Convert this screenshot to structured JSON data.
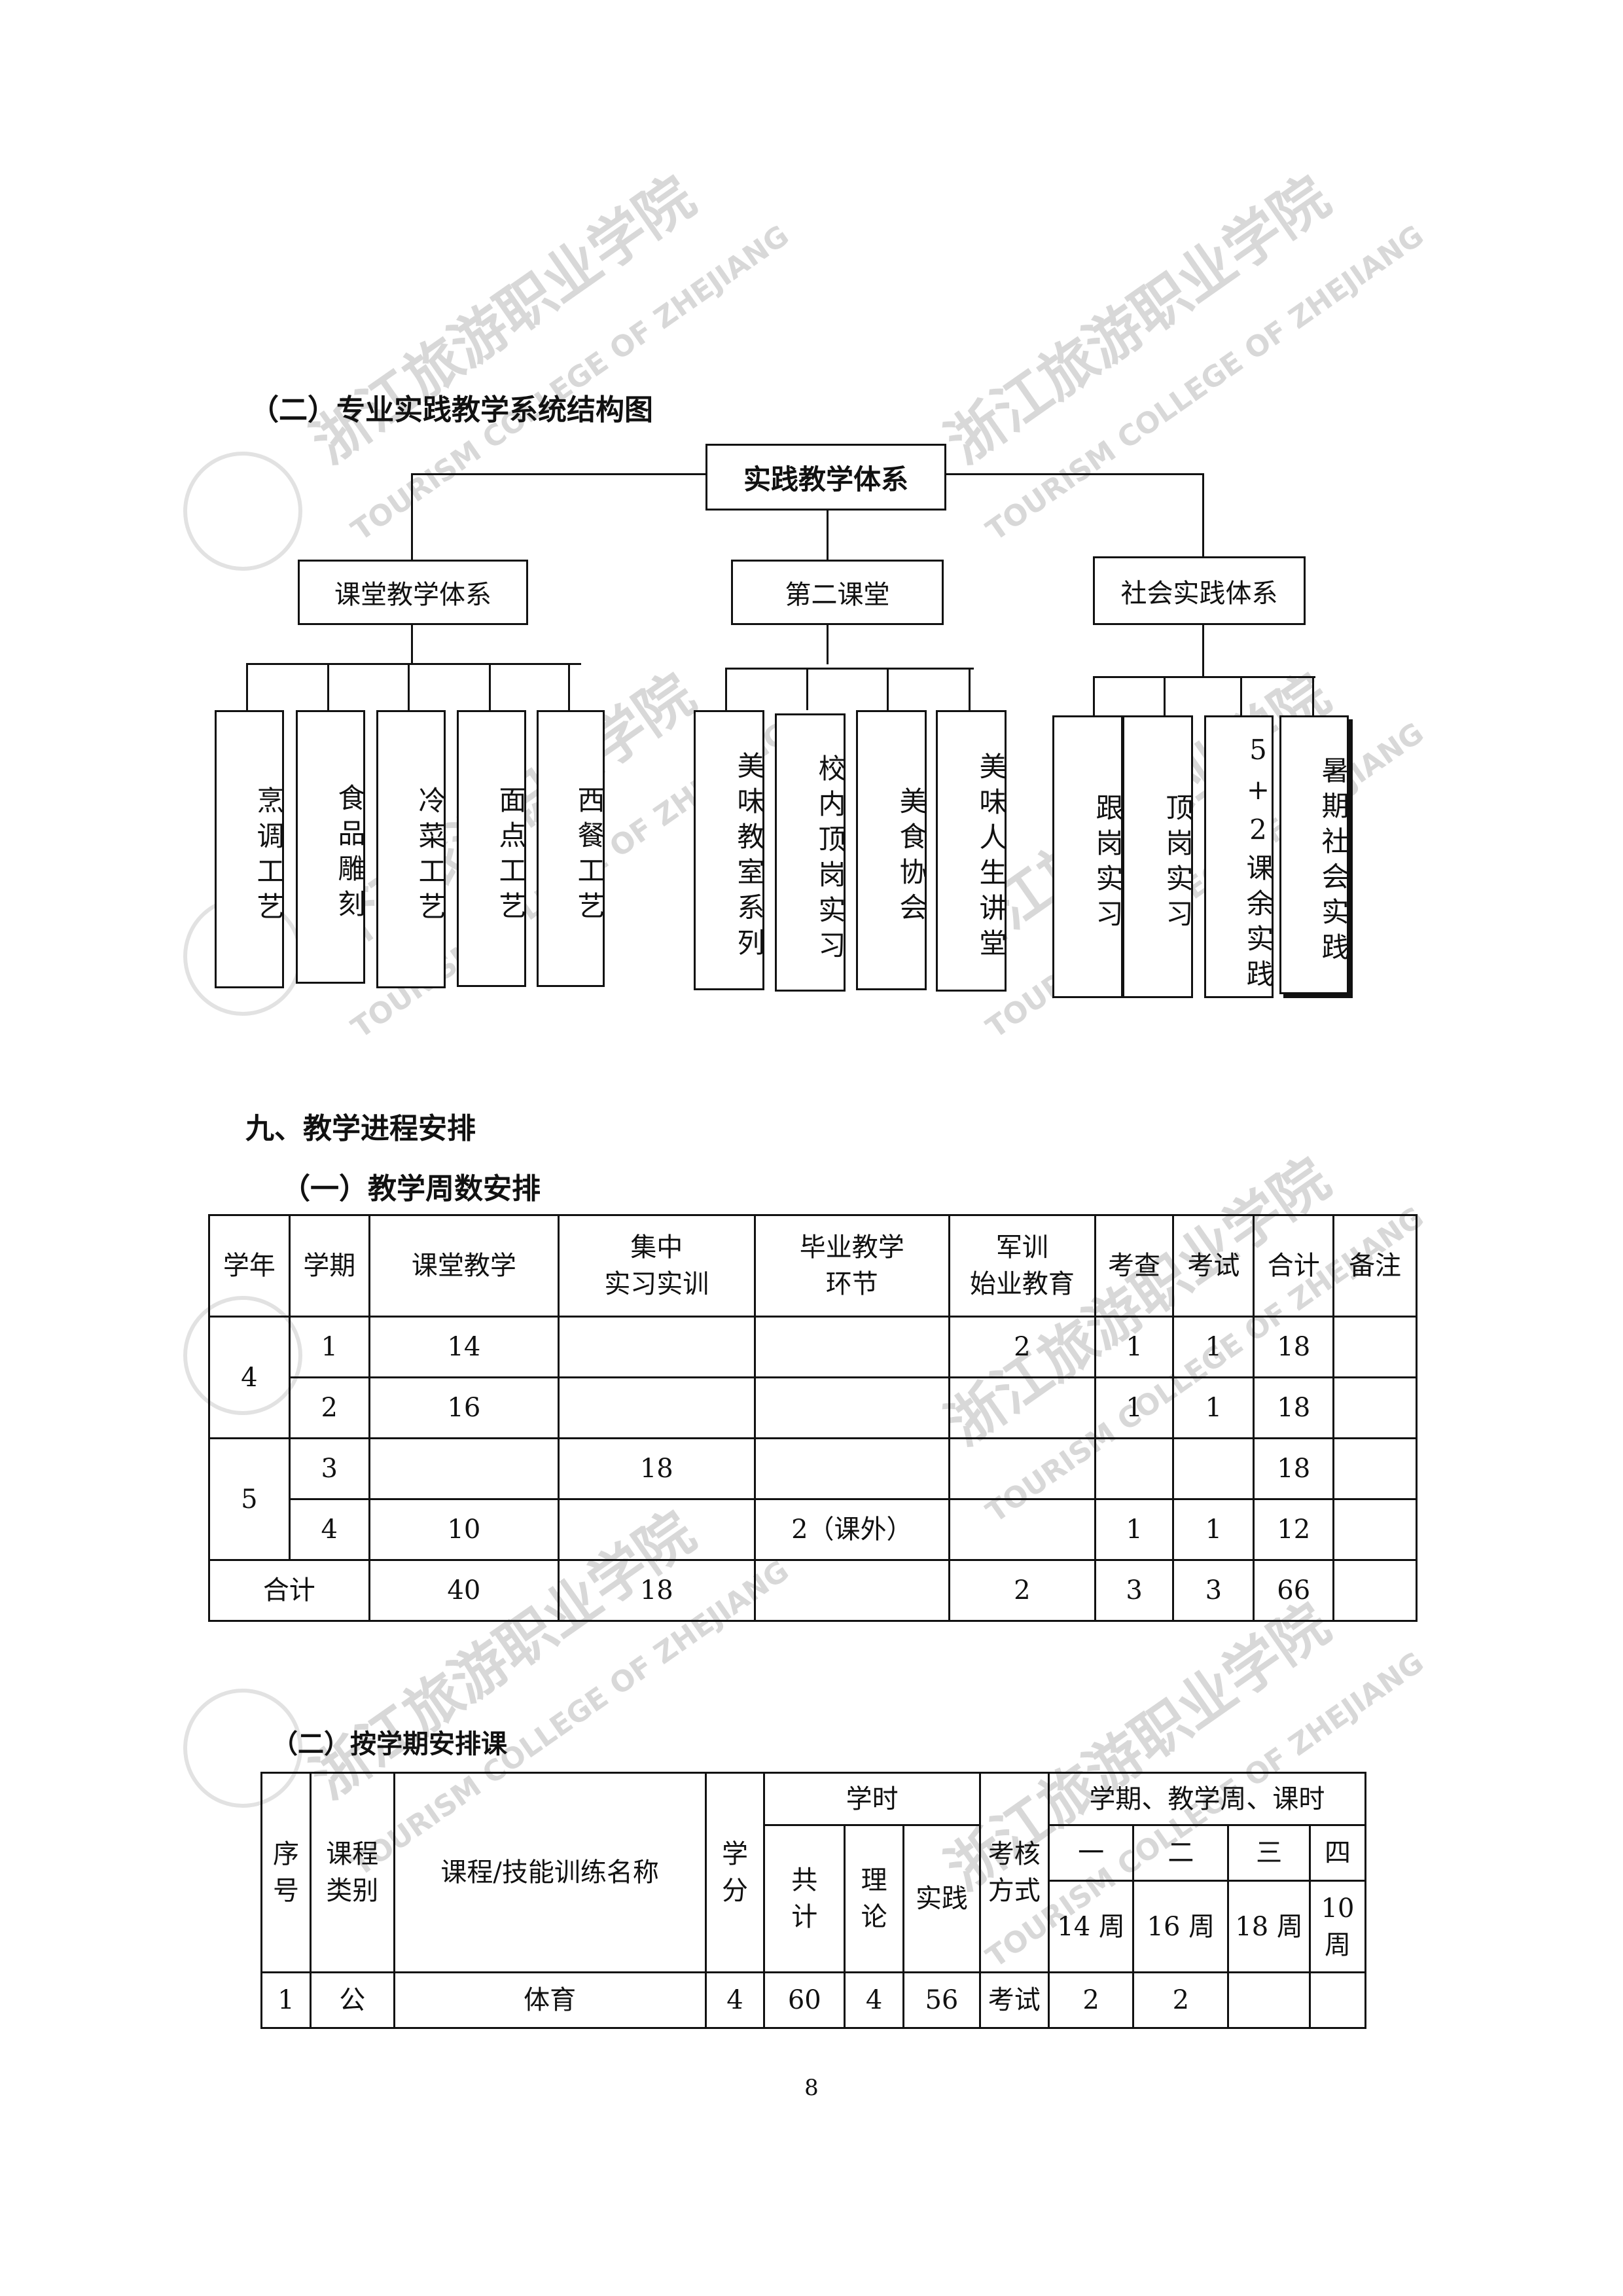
{
  "watermark": {
    "cn": "浙江旅游职业学院",
    "en": "TOURISM COLLEGE OF ZHEJIANG"
  },
  "section_title": "（二）专业实践教学系统结构图",
  "diagram": {
    "root": "实践教学体系",
    "branches": [
      {
        "label": "课堂教学体系",
        "children": [
          "烹调工艺",
          "食品雕刻",
          "冷菜工艺",
          "面点工艺",
          "西餐工艺"
        ]
      },
      {
        "label": "第二课堂",
        "children": [
          "美味教室系列",
          "校内顶岗实习",
          "美食协会",
          "美味人生讲堂"
        ]
      },
      {
        "label": "社会实践体系",
        "children": [
          "跟岗实习",
          "顶岗实习",
          "5+2课余实践",
          "暑期社会实践"
        ]
      }
    ]
  },
  "chapter_title": "九、教学进程安排",
  "week_section_title": "（一）教学周数安排",
  "week_table": {
    "headers": [
      "学年",
      "学期",
      "课堂教学",
      "集中实习实训",
      "毕业教学环节",
      "军训始业教育",
      "考查",
      "考试",
      "合计",
      "备注"
    ],
    "header_lines": {
      "col4": [
        "集中",
        "实习实训"
      ],
      "col5": [
        "毕业教学",
        "环节"
      ],
      "col6": [
        "军训",
        "始业教育"
      ]
    },
    "rows": [
      {
        "year": "4",
        "term": "1",
        "class": "14",
        "practice": "",
        "graduation": "",
        "military": "2",
        "check": "1",
        "exam": "1",
        "total": "18",
        "note": ""
      },
      {
        "year": "",
        "term": "2",
        "class": "16",
        "practice": "",
        "graduation": "",
        "military": "",
        "check": "1",
        "exam": "1",
        "total": "18",
        "note": ""
      },
      {
        "year": "5",
        "term": "3",
        "class": "",
        "practice": "18",
        "graduation": "",
        "military": "",
        "check": "",
        "exam": "",
        "total": "18",
        "note": ""
      },
      {
        "year": "",
        "term": "4",
        "class": "10",
        "practice": "",
        "graduation": "2（课外）",
        "military": "",
        "check": "1",
        "exam": "1",
        "total": "12",
        "note": ""
      }
    ],
    "summary": {
      "label": "合计",
      "class": "40",
      "practice": "18",
      "graduation": "",
      "military": "2",
      "check": "3",
      "exam": "3",
      "total": "66",
      "note": ""
    }
  },
  "course_section_title": "（二）按学期安排课",
  "course_table": {
    "h_seq": [
      "序",
      "号"
    ],
    "h_type": [
      "课程",
      "类别"
    ],
    "h_name": "课程/技能训练名称",
    "h_credit": [
      "学",
      "分"
    ],
    "h_hours": "学时",
    "h_total": [
      "共",
      "计"
    ],
    "h_theory": [
      "理",
      "论"
    ],
    "h_practice": "实践",
    "h_assess": [
      "考核",
      "方式"
    ],
    "h_term_group": "学期、教学周、课时",
    "terms": [
      "一",
      "二",
      "三",
      "四"
    ],
    "weeks": [
      "14 周",
      "16 周",
      "18 周"
    ],
    "week4": [
      "10",
      "周"
    ],
    "rows": [
      {
        "seq": "1",
        "type": "公",
        "name": "体育",
        "credit": "4",
        "total": "60",
        "theory": "4",
        "practice": "56",
        "assess": "考试",
        "t1": "2",
        "t2": "2",
        "t3": "",
        "t4": ""
      }
    ]
  },
  "page_number": "8"
}
